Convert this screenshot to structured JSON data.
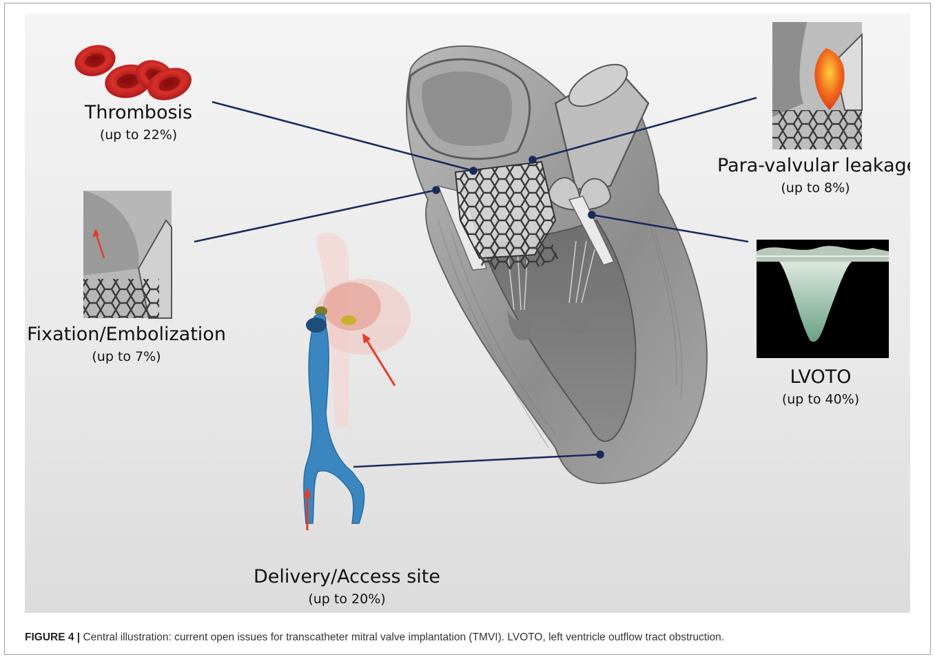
{
  "labels": {
    "thrombosis": {
      "name": "Thrombosis",
      "pct": "(up to 22%)"
    },
    "fixation": {
      "name": "Fixation/Embolization",
      "pct": "(up to 7%)"
    },
    "paravalvular": {
      "name": "Para-valvular leakage",
      "pct": "(up to 8%)"
    },
    "lvoto": {
      "name": "LVOTO",
      "pct": "(up to 40%)"
    },
    "delivery": {
      "name": "Delivery/Access site",
      "pct": "(up to 20%)"
    }
  },
  "caption": {
    "figure": "FIGURE 4 |",
    "text": " Central illustration: current open issues for transcatheter mitral valve implantation (TMVI). LVOTO, left ventricle outflow tract obstruction."
  },
  "colors": {
    "leader_line": "#1a2b5a",
    "arrow": "#e43a2a",
    "aorta_blue": "#3a86c0",
    "rbc_red": "#c0221d",
    "heart_gray": "#8c8c8c"
  }
}
